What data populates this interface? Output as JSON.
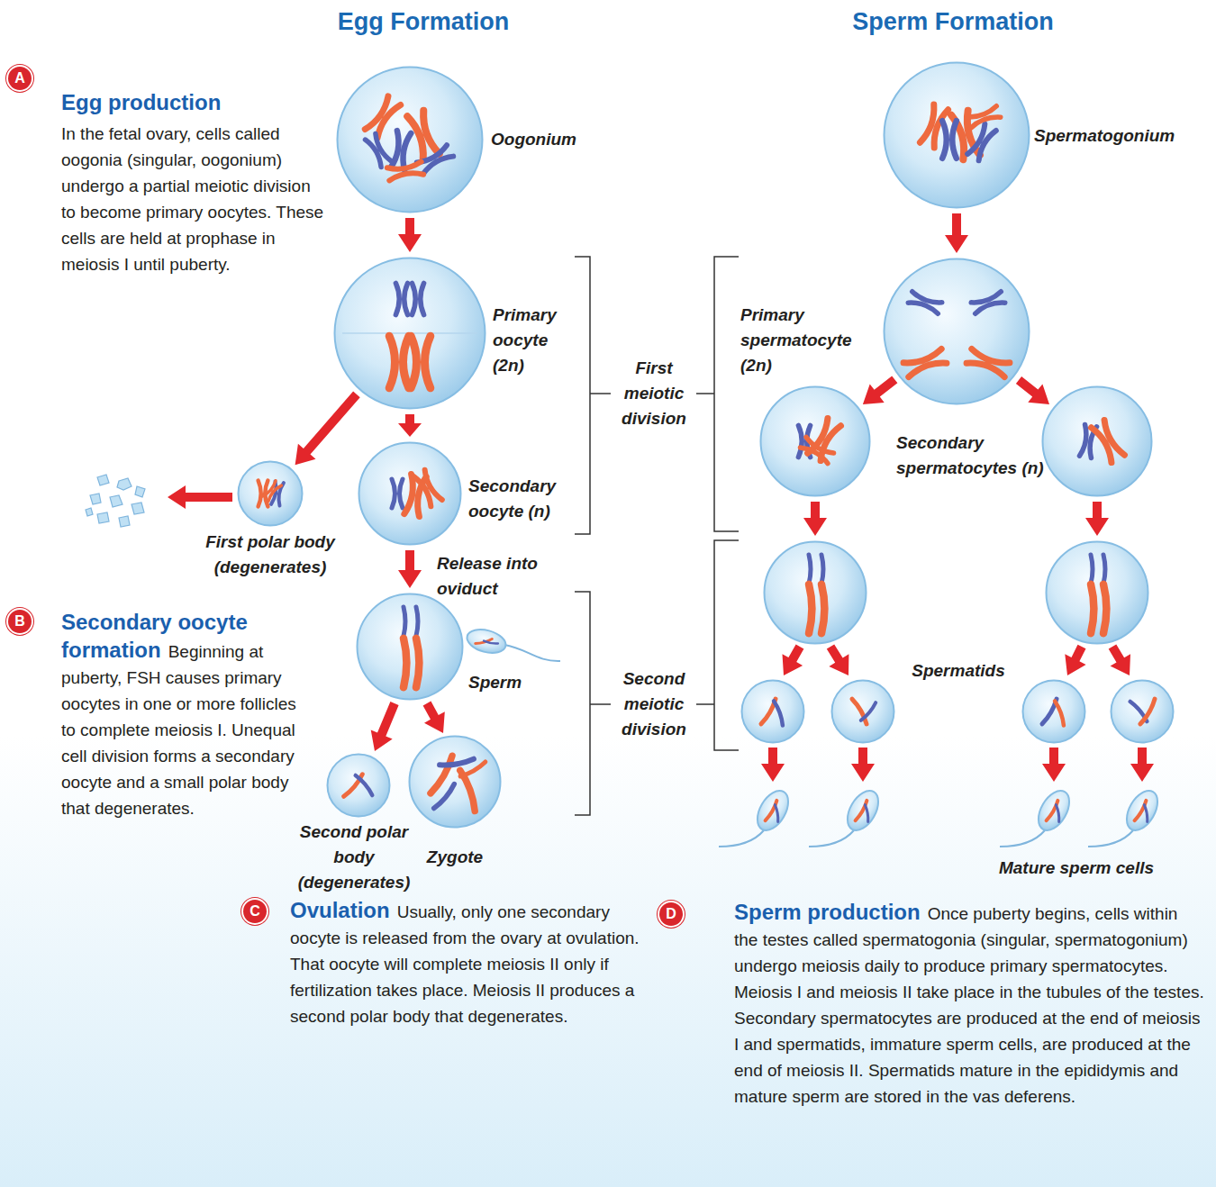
{
  "diagram": {
    "nodes": [
      {
        "text": [
          "Oogonium"
        ]
      },
      {
        "text": [
          "Primary oocyte (2n)"
        ]
      },
      {
        "text": [
          "First polar body (degenerates)"
        ]
      },
      {
        "text": [
          "Secondary oocyte (n)"
        ]
      },
      {
        "text": [
          "Second polar body (degenerates)"
        ]
      },
      {
        "text": [
          "Zygote"
        ]
      },
      {
        "text": [
          "Spermatogonium"
        ]
      },
      {
        "text": [
          "Primary spermatocyte (2n)"
        ]
      },
      {
        "text": [
          "Secondary spermatocytes (n)"
        ]
      }
    ],
    "edges": [
      {
        "from": 0,
        "to": 1,
        "arrow": "to"
      },
      {
        "from": 1,
        "to": 2,
        "arrow": "to"
      },
      {
        "from": 1,
        "to": 3,
        "arrow": "to"
      },
      {
        "from": 6,
        "to": 7,
        "arrow": "to"
      },
      {
        "from": 7,
        "to": 8,
        "arrow": "to"
      }
    ],
    "labels": [
      "Egg Formation",
      "Sperm Formation",
      "A",
      "Egg production",
      "In the fetal ovary, cells called oogonia (singular, oogonium) undergo a partial meiotic division to become primary oocytes. These cells are held at prophase in meiosis I until puberty.",
      "First meiotic division",
      "Release into oviduct",
      "Sperm",
      "B",
      "Secondary oocyte formation",
      "Beginning at puberty, FSH causes primary oocytes in one or more follicles to complete meiosis I. Unequal cell division forms a secondary oocyte and a small polar body that degenerates.",
      "Second meiotic division",
      "Spermatids",
      "C",
      "Ovulation",
      "Usually, only one secondary oocyte is released from the ovary at ovulation. That oocyte will complete meiosis II only if fertilization takes place. Meiosis II produces a second polar body that degenerates.",
      "D",
      "Sperm production",
      "Once puberty begins, cells within the testes called spermatogonia (singular, spermatogonium) undergo meiosis daily to produce primary spermatocytes. Meiosis I and meiosis II take place in the tubules of the testes. Secondary spermatocytes are produced at the end of meiosis I and spermatids, immature sperm cells, are produced at the end of meiosis II. Spermatids mature in the epididymis and mature sperm are stored in the vas deferens.",
      "Mature sperm cells"
    ]
  }
}
